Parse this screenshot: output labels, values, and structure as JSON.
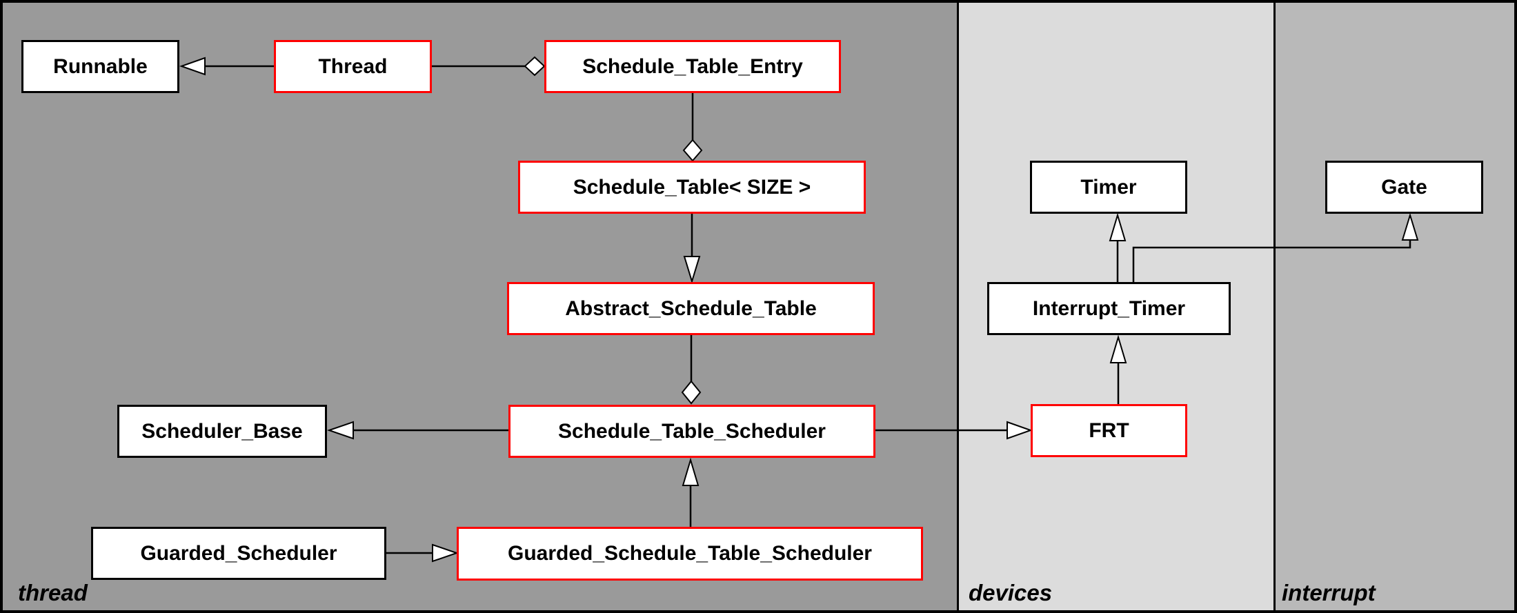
{
  "diagram": {
    "kind": "uml-class-diagram",
    "colors": {
      "highlight_border": "#ff0000",
      "default_border": "#000000",
      "box_fill": "#ffffff",
      "thread_bg": "#9a9a9a",
      "devices_bg": "#dcdcdc",
      "interrupt_bg": "#b9b9b9"
    },
    "regions": {
      "thread": {
        "label": "thread"
      },
      "devices": {
        "label": "devices"
      },
      "interrupt": {
        "label": "interrupt"
      }
    },
    "classes": {
      "runnable": {
        "label": "Runnable",
        "border": "default",
        "region": "thread"
      },
      "thread": {
        "label": "Thread",
        "border": "highlight",
        "region": "thread"
      },
      "schedule_table_entry": {
        "label": "Schedule_Table_Entry",
        "border": "highlight",
        "region": "thread"
      },
      "schedule_table_size": {
        "label": "Schedule_Table< SIZE >",
        "border": "highlight",
        "region": "thread"
      },
      "abstract_schedule_table": {
        "label": "Abstract_Schedule_Table",
        "border": "highlight",
        "region": "thread"
      },
      "scheduler_base": {
        "label": "Scheduler_Base",
        "border": "default",
        "region": "thread"
      },
      "schedule_table_scheduler": {
        "label": "Schedule_Table_Scheduler",
        "border": "highlight",
        "region": "thread"
      },
      "guarded_scheduler": {
        "label": "Guarded_Scheduler",
        "border": "default",
        "region": "thread"
      },
      "guarded_schedule_table_scheduler": {
        "label": "Guarded_Schedule_Table_Scheduler",
        "border": "highlight",
        "region": "thread"
      },
      "timer": {
        "label": "Timer",
        "border": "default",
        "region": "devices"
      },
      "interrupt_timer": {
        "label": "Interrupt_Timer",
        "border": "default",
        "region": "devices"
      },
      "frt": {
        "label": "FRT",
        "border": "highlight",
        "region": "devices"
      },
      "gate": {
        "label": "Gate",
        "border": "default",
        "region": "interrupt"
      }
    },
    "relationships": [
      {
        "from": "Thread",
        "to": "Runnable",
        "marker": "hollow-triangle"
      },
      {
        "from": "Thread",
        "to": "Schedule_Table_Entry",
        "marker": "hollow-diamond"
      },
      {
        "from": "Schedule_Table_Entry",
        "to": "Schedule_Table< SIZE >",
        "marker": "hollow-diamond"
      },
      {
        "from": "Schedule_Table< SIZE >",
        "to": "Abstract_Schedule_Table",
        "marker": "hollow-triangle"
      },
      {
        "from": "Abstract_Schedule_Table",
        "to": "Schedule_Table_Scheduler",
        "marker": "hollow-diamond"
      },
      {
        "from": "Schedule_Table_Scheduler",
        "to": "Scheduler_Base",
        "marker": "hollow-triangle"
      },
      {
        "from": "Schedule_Table_Scheduler",
        "to": "FRT",
        "marker": "hollow-triangle"
      },
      {
        "from": "Guarded_Schedule_Table_Scheduler",
        "to": "Schedule_Table_Scheduler",
        "marker": "hollow-triangle"
      },
      {
        "from": "Guarded_Scheduler",
        "to": "Guarded_Schedule_Table_Scheduler",
        "marker": "hollow-triangle"
      },
      {
        "from": "FRT",
        "to": "Interrupt_Timer",
        "marker": "hollow-triangle"
      },
      {
        "from": "Interrupt_Timer",
        "to": "Timer",
        "marker": "hollow-triangle"
      },
      {
        "from": "Interrupt_Timer",
        "to": "Gate",
        "marker": "hollow-triangle"
      }
    ]
  }
}
